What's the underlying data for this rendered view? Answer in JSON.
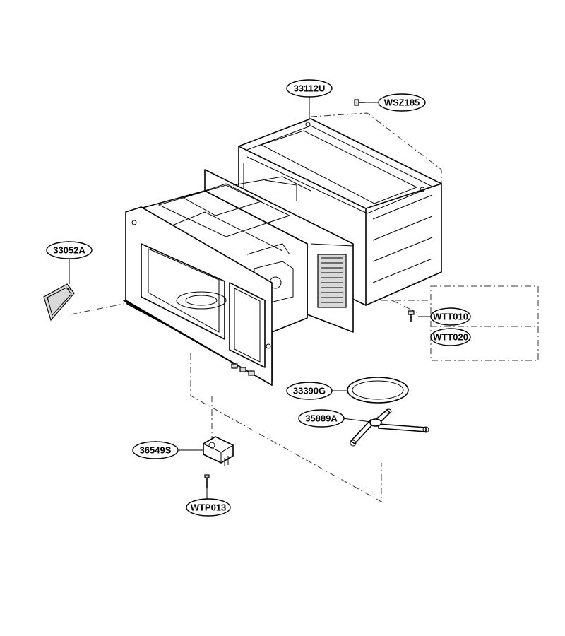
{
  "parts": {
    "outer_case": "33112U",
    "screw_case": "WSZ185",
    "door_cover": "33052A",
    "screw_1": "WTT010",
    "screw_2": "WTT020",
    "glass_tray": "33390G",
    "roller_guide": "35889A",
    "turntable_motor": "36549S",
    "motor_screw": "WTP013"
  }
}
